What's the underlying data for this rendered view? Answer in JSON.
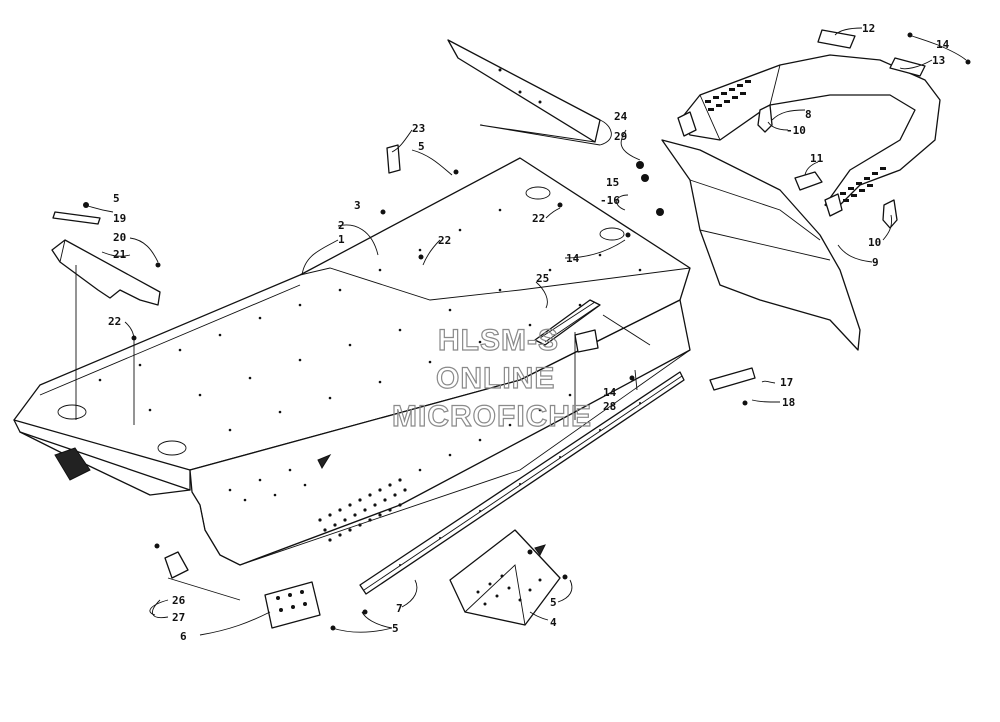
{
  "watermark": {
    "line1": "HLSM-S",
    "line2": "ONLINE",
    "line3": "MICROFICHE"
  },
  "callouts": {
    "c1": "1",
    "c2": "2",
    "c3": "3",
    "c4": "4",
    "c5a": "5",
    "c5b": "5",
    "c5c": "5",
    "c5d": "5",
    "c6": "6",
    "c7": "7",
    "c8": "8",
    "c9": "9",
    "c10a": "10",
    "c10b": "-10",
    "c11": "11",
    "c12": "12",
    "c13": "13",
    "c14a": "14",
    "c14b": "14",
    "c14c": "14",
    "c15": "15",
    "c16": "-16",
    "c17": "17",
    "c18": "18",
    "c19": "19",
    "c20": "20",
    "c21": "21",
    "c22a": "22",
    "c22b": "22",
    "c22c": "22",
    "c23": "23",
    "c24": "24",
    "c25": "25",
    "c26": "26",
    "c27": "27",
    "c28": "28",
    "c29": "29"
  }
}
